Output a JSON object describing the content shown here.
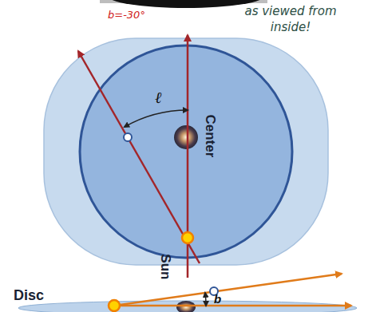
{
  "diagram": {
    "labels": [
      "b=-30°",
      "as viewed from inside!",
      "ℓ",
      "Center",
      "Sun",
      "Disc",
      "b"
    ]
  }
}
